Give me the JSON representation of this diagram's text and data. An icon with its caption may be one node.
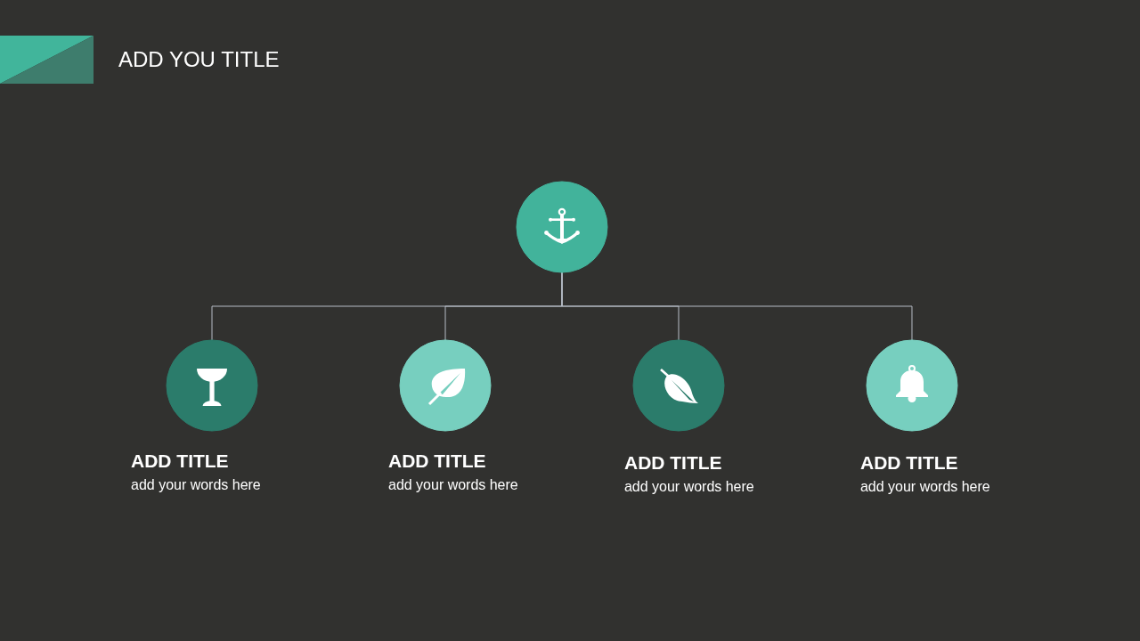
{
  "diagram": {
    "title": "ADD YOU TITLE",
    "nodes": [
      {
        "text": [],
        "shape": "circle"
      },
      {
        "text": [],
        "shape": "circle",
        "beside": [
          "ADD TITLE",
          "add your words here"
        ]
      },
      {
        "text": [],
        "shape": "circle",
        "beside": [
          "ADD TITLE",
          "add your words here"
        ]
      },
      {
        "text": [],
        "shape": "circle",
        "beside": [
          "ADD TITLE",
          "add your words here"
        ]
      },
      {
        "text": [],
        "shape": "circle",
        "beside": [
          "ADD TITLE",
          "add your words here"
        ]
      }
    ],
    "edges": [
      {
        "from": 0,
        "to": 1,
        "arrow": "none"
      },
      {
        "from": 0,
        "to": 2,
        "arrow": "none"
      },
      {
        "from": 0,
        "to": 3,
        "arrow": "none"
      },
      {
        "from": 0,
        "to": 4,
        "arrow": "none"
      }
    ]
  }
}
